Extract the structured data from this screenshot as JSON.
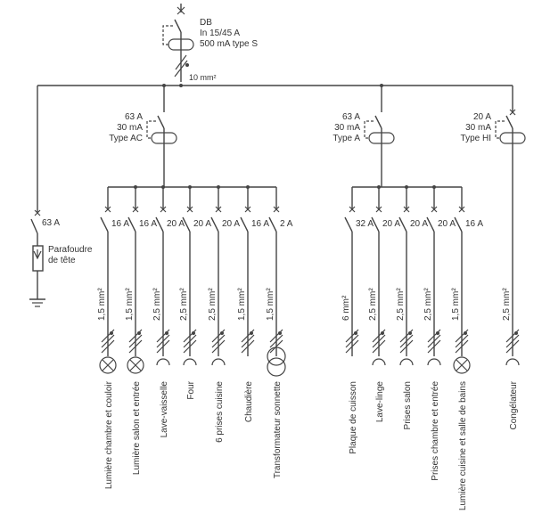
{
  "main_breaker": {
    "lines": [
      "DB",
      "In 15/45 A",
      "500 mA type S"
    ],
    "cable": "10 mm²"
  },
  "surge": {
    "breaker": "63 A",
    "label_lines": [
      "Parafoudre",
      "de tête"
    ]
  },
  "groups": [
    {
      "rcd_lines": [
        "63 A",
        "30 mA",
        "Type AC"
      ],
      "circuits": [
        {
          "rating": "16 A",
          "cable": "1,5 mm²",
          "load": "lamp",
          "label": "Lumière chambre et couloir"
        },
        {
          "rating": "16 A",
          "cable": "1,5 mm²",
          "load": "lamp",
          "label": "Lumière salon et entrée"
        },
        {
          "rating": "20 A",
          "cable": "2,5 mm²",
          "load": "socket",
          "label": "Lave-vaisselle"
        },
        {
          "rating": "20 A",
          "cable": "2,5 mm²",
          "load": "socket",
          "label": "Four"
        },
        {
          "rating": "20 A",
          "cable": "2,5 mm²",
          "load": "socket",
          "label": "6 prises cuisine"
        },
        {
          "rating": "16 A",
          "cable": "1,5 mm²",
          "load": "none",
          "label": "Chaudière"
        },
        {
          "rating": "2 A",
          "cable": "1,5 mm²",
          "load": "transformer",
          "label": "Transformateur sonnette"
        }
      ]
    },
    {
      "rcd_lines": [
        "63 A",
        "30 mA",
        "Type A"
      ],
      "circuits": [
        {
          "rating": "32 A",
          "cable": "6 mm²",
          "load": "none",
          "label": "Plaque de cuisson"
        },
        {
          "rating": "20 A",
          "cable": "2,5 mm²",
          "load": "socket",
          "label": "Lave-linge"
        },
        {
          "rating": "20 A",
          "cable": "2,5 mm²",
          "load": "socket",
          "label": "Prises salon"
        },
        {
          "rating": "20 A",
          "cable": "2,5 mm²",
          "load": "socket",
          "label": "Prises chambre et entrée"
        },
        {
          "rating": "16 A",
          "cable": "1,5 mm²",
          "load": "lamp",
          "label": "Lumière cuisine et salle de bains"
        }
      ]
    },
    {
      "rcd_lines": [
        "20 A",
        "30 mA",
        "Type HI"
      ],
      "circuits": [
        {
          "rating": "",
          "cable": "2,5 mm²",
          "load": "socket",
          "label": "Congélateur"
        }
      ]
    }
  ]
}
